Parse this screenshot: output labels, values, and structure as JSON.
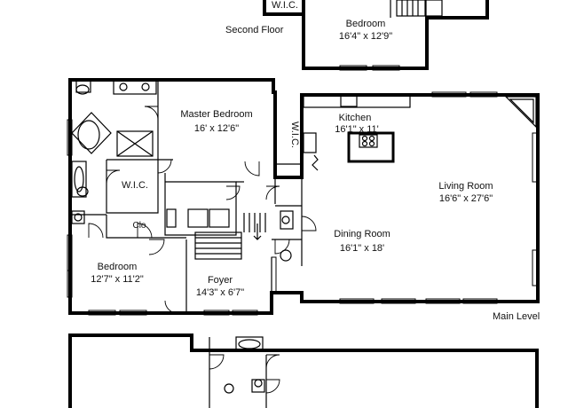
{
  "floors": {
    "second_floor": {
      "label": "Second Floor"
    },
    "main_level": {
      "label": "Main Level"
    }
  },
  "rooms": {
    "upper_wic": {
      "name": "W.I.C."
    },
    "upper_bedroom": {
      "name": "Bedroom",
      "size": "16'4\" x 12'9\""
    },
    "master_bedroom": {
      "name": "Master Bedroom",
      "size": "16' x 12'6\""
    },
    "master_wic_vertical": {
      "name": "W.I.C."
    },
    "kitchen": {
      "name": "Kitchen",
      "size": "16'1\" x 11'"
    },
    "living_room": {
      "name": "Living Room",
      "size": "16'6\" x 27'6\""
    },
    "wic_left": {
      "name": "W.I.C."
    },
    "closet": {
      "name": "Clo"
    },
    "dining_room": {
      "name": "Dining Room",
      "size": "16'1\" x 18'"
    },
    "bedroom": {
      "name": "Bedroom",
      "size": "12'7\" x 11'2\""
    },
    "foyer": {
      "name": "Foyer",
      "size": "14'3\" x 6'7\""
    }
  }
}
